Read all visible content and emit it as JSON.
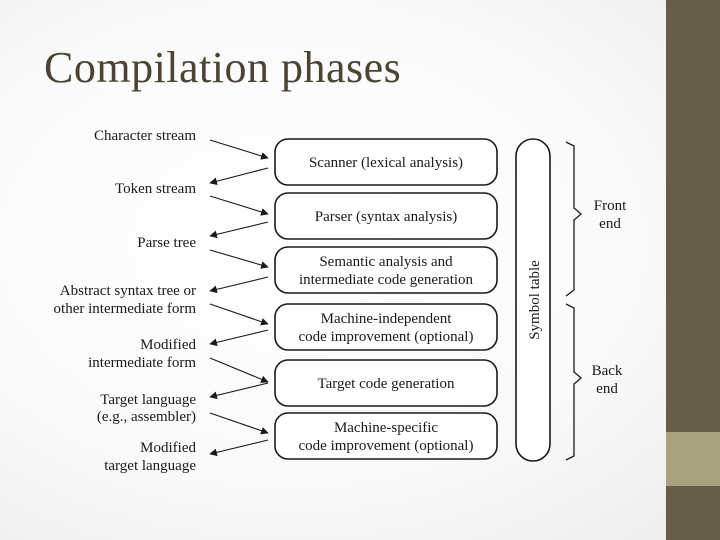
{
  "slide": {
    "title": "Compilation phases",
    "accent_dark": "#665e48",
    "accent_light": "#a8a17e"
  },
  "diagram": {
    "phases": [
      "Scanner (lexical analysis)",
      "Parser (syntax analysis)",
      [
        "Semantic analysis and",
        "intermediate code generation"
      ],
      [
        "Machine-independent",
        "code improvement (optional)"
      ],
      "Target code generation",
      [
        "Machine-specific",
        "code improvement (optional)"
      ]
    ],
    "representations": [
      "Character stream",
      "Token stream",
      "Parse tree",
      [
        "Abstract syntax tree or",
        "other intermediate form"
      ],
      [
        "Modified",
        "intermediate form"
      ],
      [
        "Target language",
        "(e.g., assembler)"
      ],
      [
        "Modified",
        "target language"
      ]
    ],
    "symbol_table": "Symbol table",
    "groups": [
      [
        "Front",
        "end"
      ],
      [
        "Back",
        "end"
      ]
    ]
  }
}
